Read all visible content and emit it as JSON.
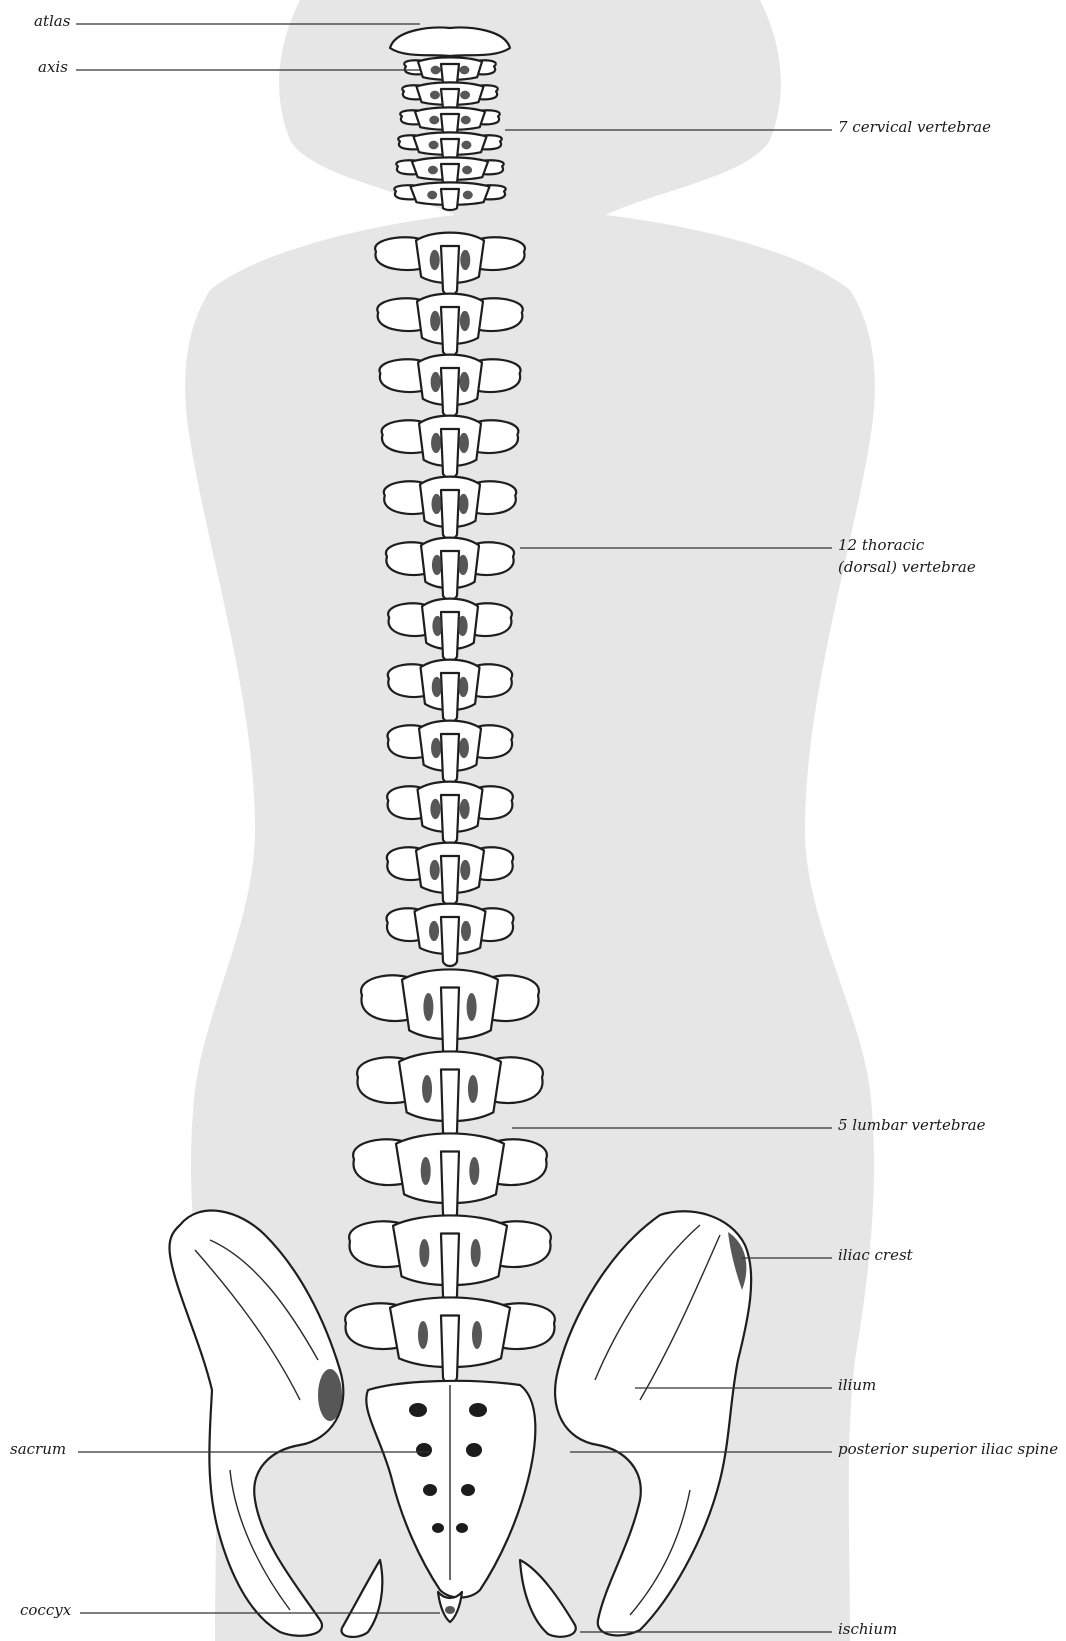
{
  "figure": {
    "labels": {
      "atlas": "atlas",
      "axis": "axis",
      "cervical": "7 cervical vertebrae",
      "thoracic_line1": "12 thoracic",
      "thoracic_line2": "(dorsal) vertebrae",
      "lumbar": "5 lumbar vertebrae",
      "iliac_crest": "iliac crest",
      "ilium": "ilium",
      "sacrum": "sacrum",
      "psis": "posterior superior iliac spine",
      "coccyx": "coccyx",
      "ischium": "ischium"
    },
    "colors": {
      "background": "#ffffff",
      "silhouette": "#e6e6e6",
      "bone_fill": "#ffffff",
      "bone_outline": "#1e1e1e",
      "leader_line": "#333333",
      "label_text": "#1a1a1a"
    },
    "vertebra_counts": {
      "cervical": 7,
      "thoracic": 12,
      "lumbar": 5
    }
  }
}
